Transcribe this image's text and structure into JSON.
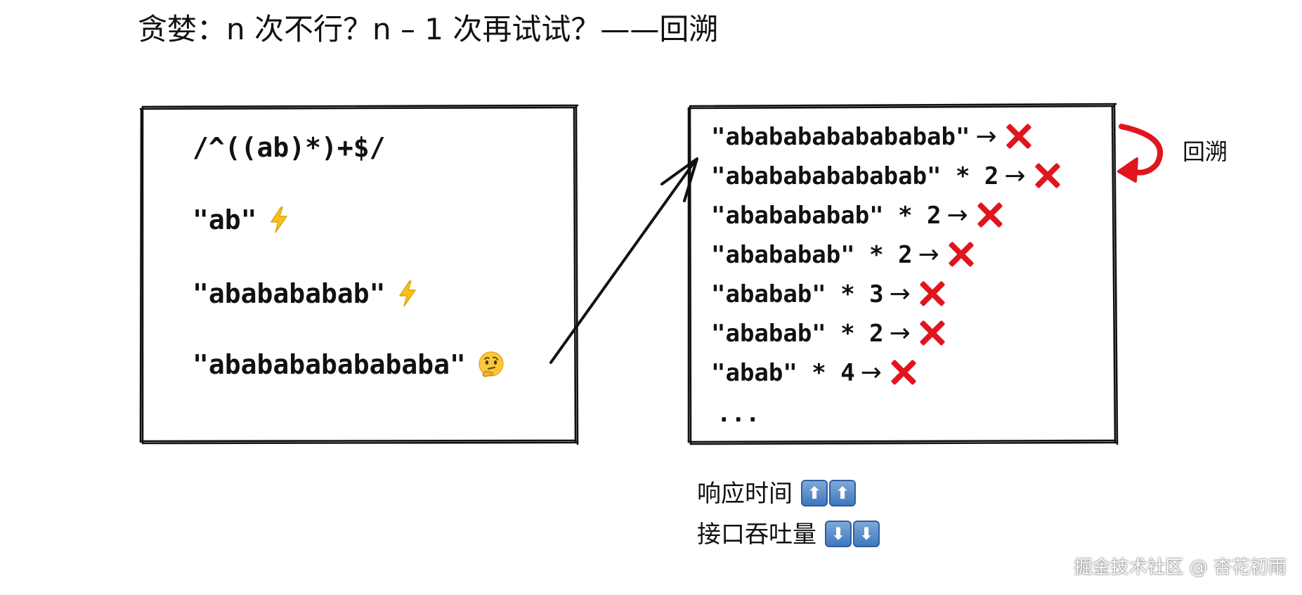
{
  "title": "贪婪：n 次不行？n – 1 次再试试？——回溯",
  "left_panel": {
    "regex": "/^((ab)*)+$/",
    "cases": [
      {
        "text": "\"ab\"",
        "icon": "lightning-icon"
      },
      {
        "text": "\"ababababab\"",
        "icon": "lightning-icon"
      },
      {
        "text": "\"abababababababa\"",
        "icon": "thinking-face-icon"
      }
    ]
  },
  "right_panel": {
    "arrow_glyph": "→",
    "attempts": [
      {
        "text": "\"abababababababab\""
      },
      {
        "text": "\"ababababababab\" * 2"
      },
      {
        "text": "\"ababababab\" * 2"
      },
      {
        "text": "\"abababab\" * 2"
      },
      {
        "text": "\"ababab\" * 3"
      },
      {
        "text": "\"ababab\" * 2"
      },
      {
        "text": "\"abab\" * 4"
      }
    ],
    "ellipsis": "...",
    "fail_icon": "red-cross-icon",
    "side_label": "回溯"
  },
  "metrics": [
    {
      "label": "响应时间",
      "arrow": "⬆",
      "icon": "up-arrow-icon"
    },
    {
      "label": "接口吞吐量",
      "arrow": "⬇",
      "icon": "down-arrow-icon"
    }
  ],
  "watermark": "掘金技术社区 @ 杏花初雨",
  "colors": {
    "cross": "#e0151e",
    "backtrack_arrow": "#e0151e",
    "bolt": "#f7c21b",
    "keycap": "#3f78c0"
  }
}
